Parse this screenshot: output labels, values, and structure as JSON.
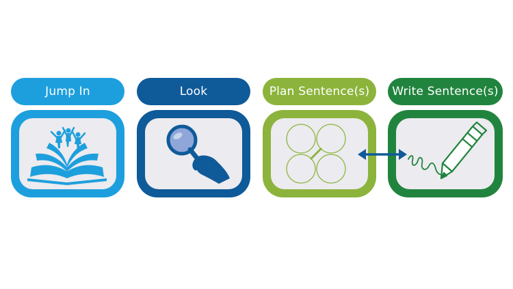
{
  "colors": {
    "jump_in": "#1e9fdd",
    "look": "#0f5a99",
    "plan": "#8cb43c",
    "write": "#21843e",
    "card_inner": "#ecebef"
  },
  "steps": [
    {
      "label": "Jump In",
      "icon": "open-book-with-jumping-children-icon"
    },
    {
      "label": "Look",
      "icon": "magnifying-glass-in-hand-icon"
    },
    {
      "label": "Plan Sentence(s)",
      "icon": "four-circle-plan-grid-icon"
    },
    {
      "label": "Write Sentence(s)",
      "icon": "pencil-with-scribble-icon"
    }
  ],
  "connector": {
    "icon": "double-headed-arrow-icon"
  }
}
